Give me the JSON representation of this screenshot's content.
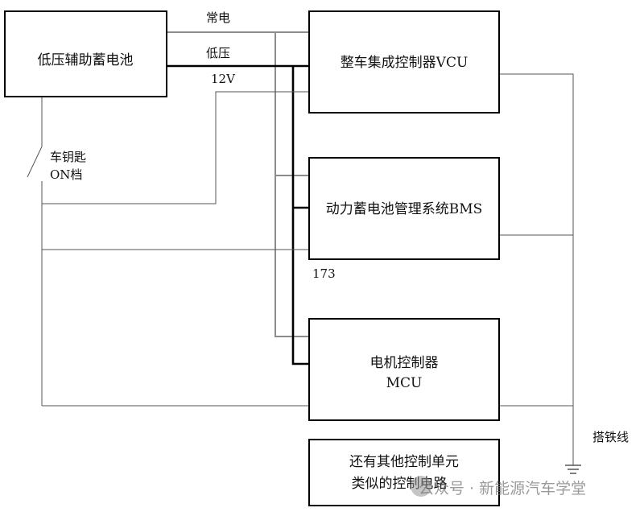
{
  "blocks": {
    "battery": "低压辅助蓄电池",
    "vcu": "整车集成控制器VCU",
    "bms": "动力蓄电池管理系统BMS",
    "mcu_line1": "电机控制器",
    "mcu_line2": "MCU",
    "other_line1": "还有其他控制单元",
    "other_line2": "类似的控制电路"
  },
  "wire_labels": {
    "constant_power": "常电",
    "low_voltage": "低压",
    "voltage_12v": "12V",
    "key_line1": "车钥匙",
    "key_line2": "ON档",
    "ground": "搭铁线",
    "page_number": "173"
  },
  "watermark": "公众号 · 新能源汽车学堂",
  "icons": {
    "ground": "ground-icon",
    "switch": "switch-icon",
    "watermark": "wechat-icon"
  }
}
